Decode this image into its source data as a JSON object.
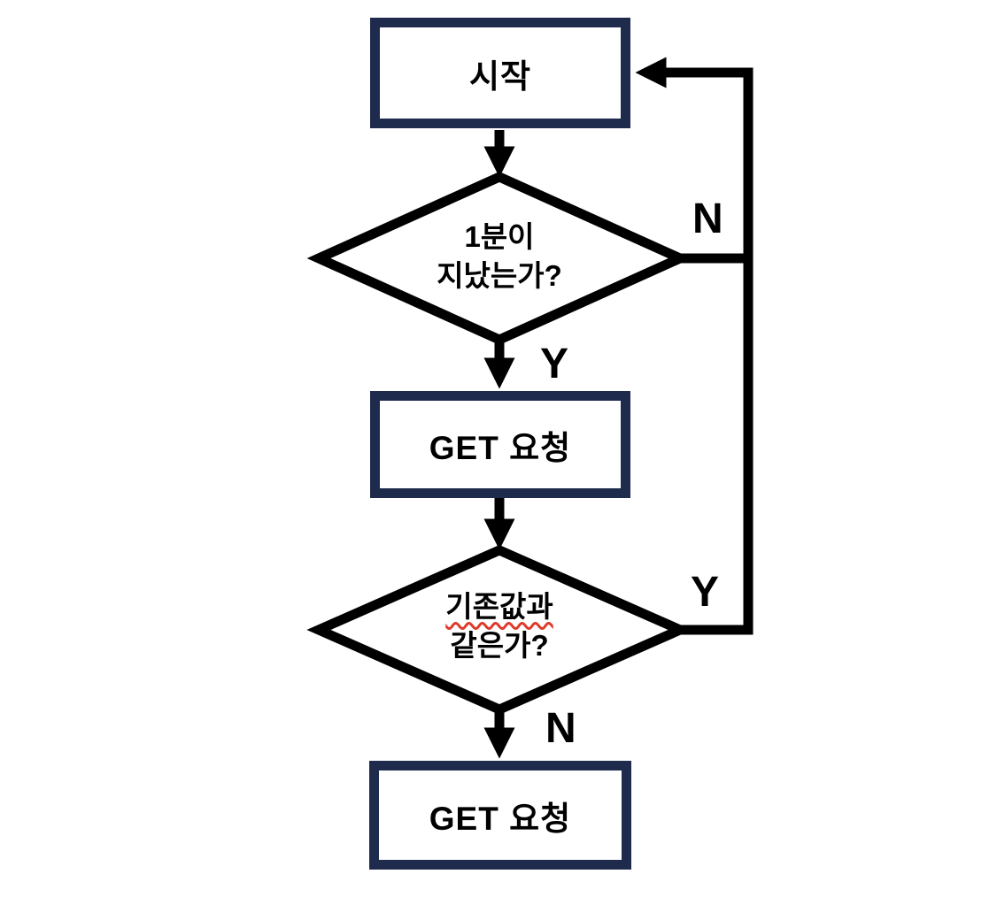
{
  "colors": {
    "background": "#ffffff",
    "rect_node_border": "#1f2b4d",
    "diamond_and_line": "#000000",
    "text": "#000000",
    "spellcheck_underline": "#e0392b"
  },
  "flowchart": {
    "type": "flowchart",
    "nodes": [
      {
        "id": "start",
        "shape": "rectangle",
        "label": "시작"
      },
      {
        "id": "decision-1",
        "shape": "diamond",
        "label_line1": "1분이",
        "label_line2": "지났는가?"
      },
      {
        "id": "get-request-1",
        "shape": "rectangle",
        "label": "GET 요청"
      },
      {
        "id": "decision-2",
        "shape": "diamond",
        "label_line1": "기존값과",
        "label_line2": "같은가?",
        "spellcheck_underline_on_line1": true
      },
      {
        "id": "get-request-2",
        "shape": "rectangle",
        "label": "GET 요청"
      }
    ],
    "edges": [
      {
        "from": "start",
        "to": "decision-1",
        "label": ""
      },
      {
        "from": "decision-1",
        "to": "get-request-1",
        "label": "Y"
      },
      {
        "from": "decision-1",
        "to": "start",
        "label": "N"
      },
      {
        "from": "get-request-1",
        "to": "decision-2",
        "label": ""
      },
      {
        "from": "decision-2",
        "to": "start",
        "label": "Y"
      },
      {
        "from": "decision-2",
        "to": "get-request-2",
        "label": "N"
      }
    ]
  }
}
